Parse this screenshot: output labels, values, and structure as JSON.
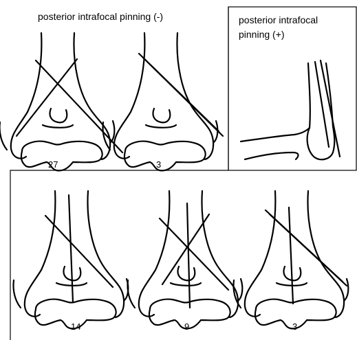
{
  "headers": {
    "minus": "posterior intrafocal pinning (-)",
    "plus_line1": "posterior intrafocal",
    "plus_line2": "pinning (+)"
  },
  "counts": {
    "top_left": "27",
    "top_middle": "3",
    "bottom_left": "14",
    "bottom_middle": "9",
    "bottom_right": "3"
  }
}
